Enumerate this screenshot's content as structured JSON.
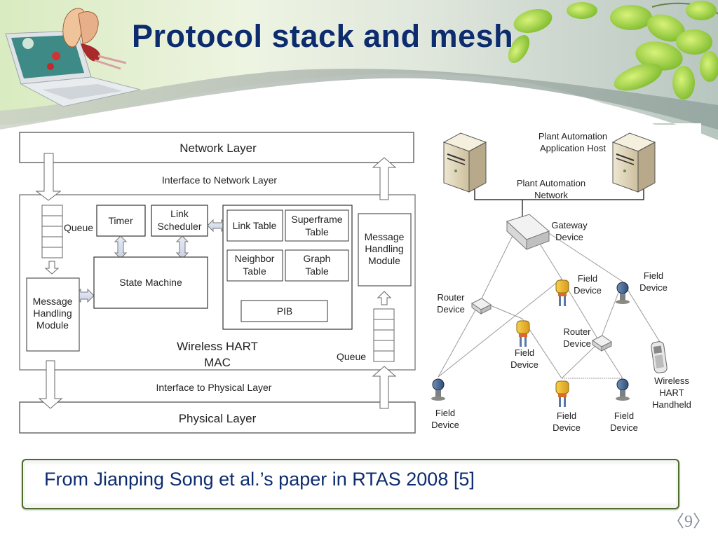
{
  "slide": {
    "title": "Protocol stack and mesh",
    "caption": "From Jianping Song et al.’s paper in RTAS 2008 [5]",
    "page_number": "〈9〉",
    "colors": {
      "title": "#0d2c6e",
      "caption_border": "#4d6b2a",
      "page_number": "#8a8ea0"
    }
  },
  "stack_diagram": {
    "network_layer": "Network Layer",
    "interface_network": "Interface to Network Layer",
    "queue_left": "Queue",
    "timer": "Timer",
    "link_scheduler_1": "Link",
    "link_scheduler_2": "Scheduler",
    "state_machine": "State Machine",
    "msg_module_left": [
      "Message",
      "Handling",
      "Module"
    ],
    "link_table": "Link Table",
    "superframe_table": [
      "Superframe",
      "Table"
    ],
    "neighbor_table": [
      "Neighbor",
      "Table"
    ],
    "graph_table": [
      "Graph",
      "Table"
    ],
    "pib": "PIB",
    "msg_module_right": [
      "Message",
      "Handling",
      "Module"
    ],
    "mac_label": [
      "Wireless HART",
      "MAC"
    ],
    "queue_right": "Queue",
    "interface_physical": "Interface to Physical Layer",
    "physical_layer": "Physical Layer"
  },
  "mesh_diagram": {
    "host_label": [
      "Plant Automation",
      "Application Host"
    ],
    "network_label": [
      "Plant Automation",
      "Network"
    ],
    "gateway_label": [
      "Gateway",
      "Device"
    ],
    "router1_label": [
      "Router",
      "Device"
    ],
    "router2_label": [
      "Router",
      "Device"
    ],
    "field_label": [
      "Field",
      "Device"
    ],
    "handheld_label": [
      "Wireless",
      "HART",
      "Handheld"
    ]
  }
}
